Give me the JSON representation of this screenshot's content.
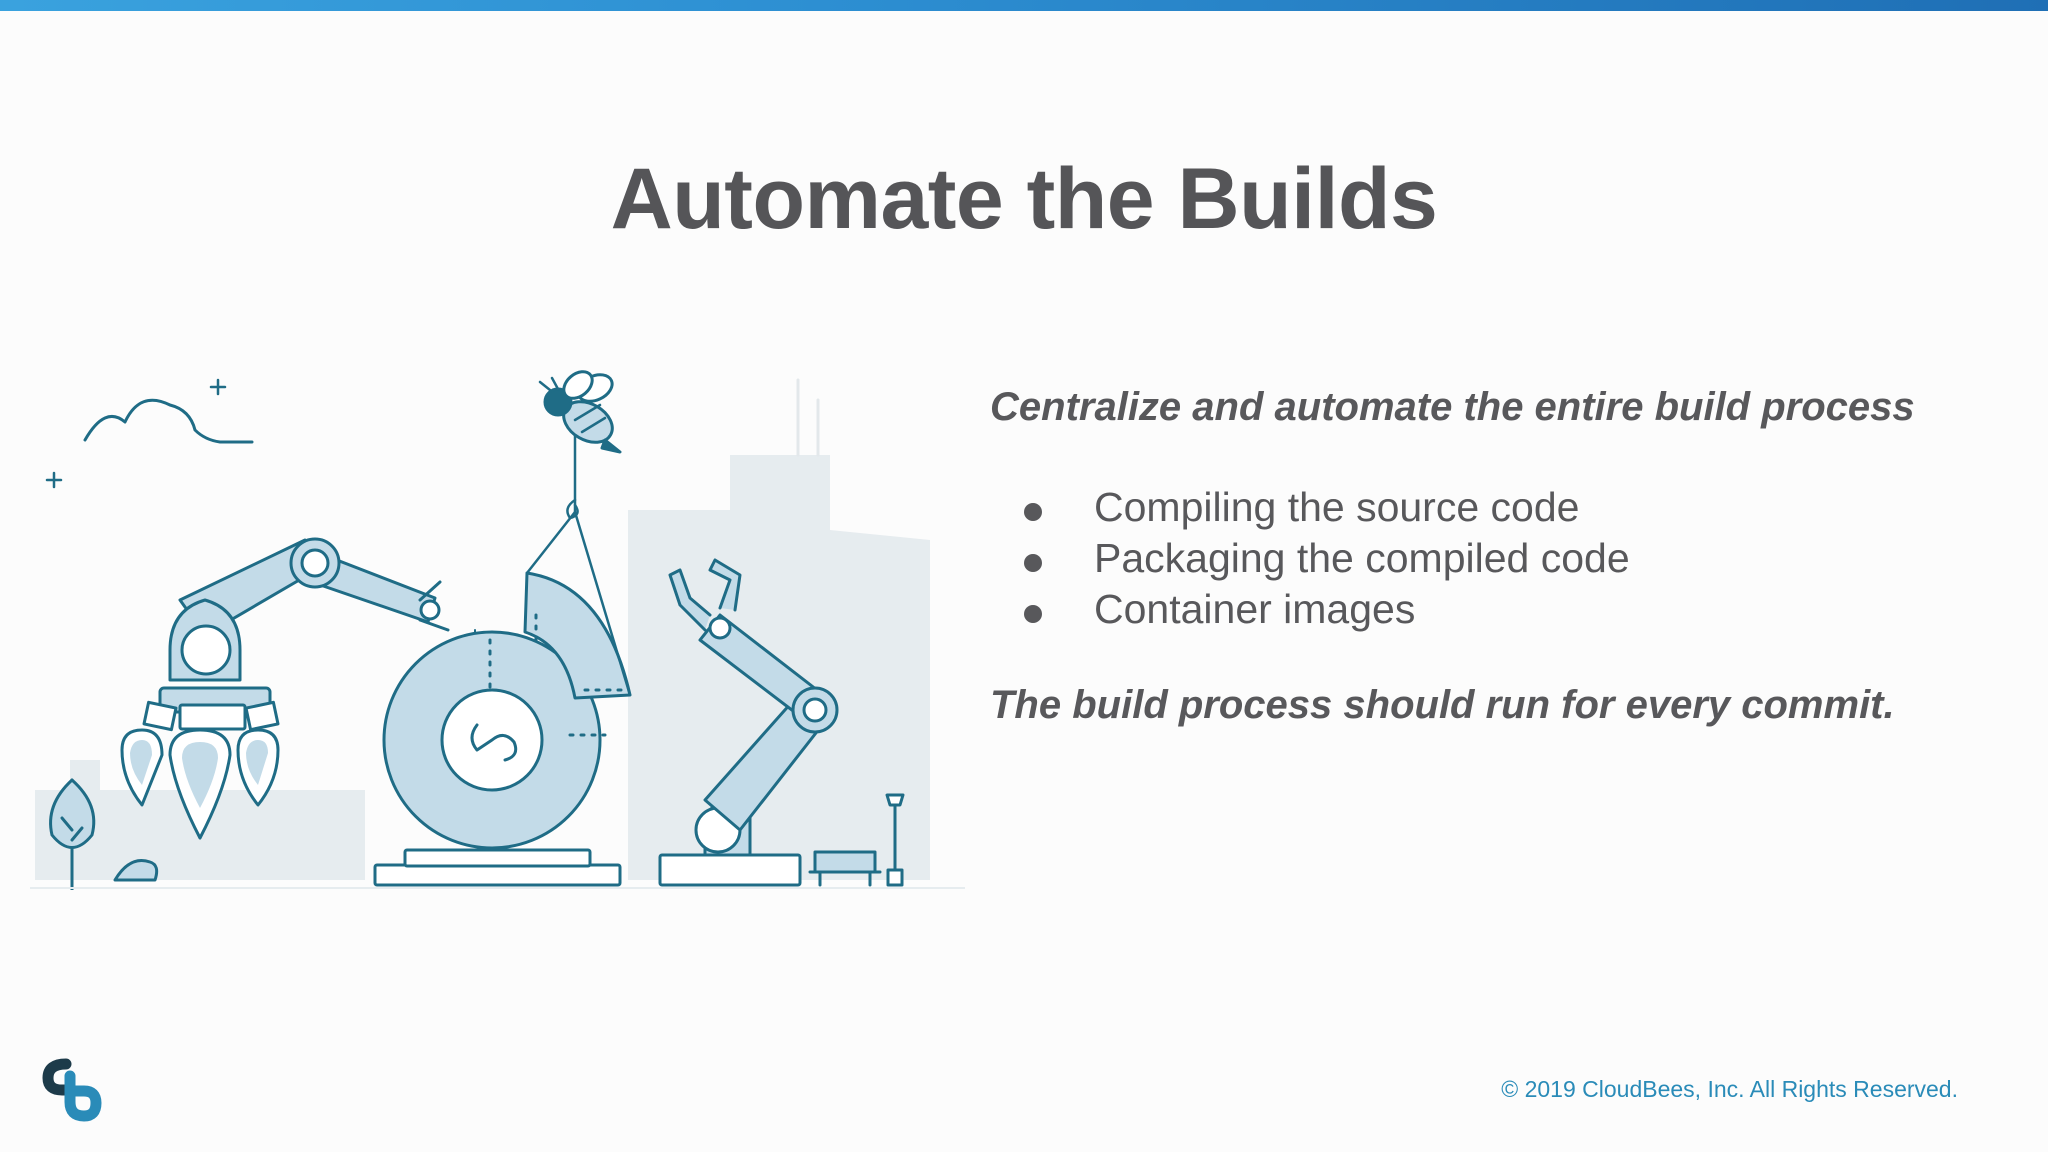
{
  "slide": {
    "title": "Automate the Builds",
    "lead": "Centralize and automate the entire build process",
    "bullets": [
      "Compiling the source code",
      "Packaging the compiled code",
      "Container images"
    ],
    "closing": "The build process should run for every commit."
  },
  "footer": {
    "copyright": "© 2019 CloudBees, Inc. All Rights Reserved."
  },
  "illustration": {
    "icon": "robotic-build-factory-illustration"
  },
  "colors": {
    "accent": "#2d8fd2",
    "ink": "#1f6c86",
    "fill": "#c3dbe8",
    "text": "#58585b",
    "footer_text": "#2a8bb8"
  }
}
